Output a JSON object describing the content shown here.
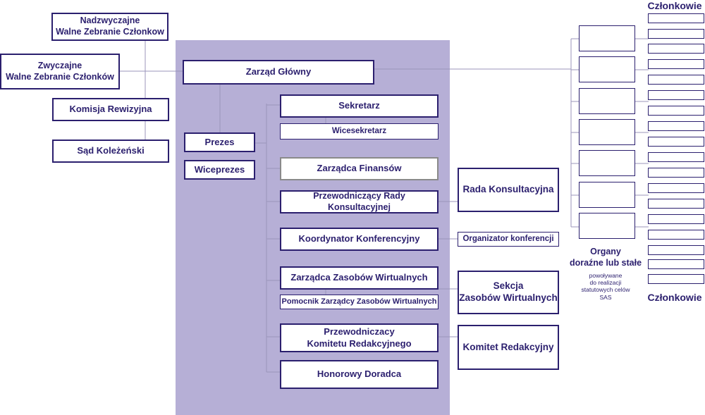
{
  "colors": {
    "accent": "#2b1f6e",
    "panel": "#b6afd6"
  },
  "left": {
    "nadzwyczajne": "Nadzwyczajne\nWalne Zebranie Członkow",
    "zwyczajne": "Zwyczajne\nWalne Zebranie Członków",
    "komisja": "Komisja Rewizyjna",
    "sad": "Sąd Koleżeński"
  },
  "main": {
    "zarzad": "Zarząd Główny",
    "prezes": "Prezes",
    "wiceprezes": "Wiceprezes",
    "sekretarz": "Sekretarz",
    "wicesekretarz": "Wicesekretarz",
    "finanse": "Zarządca Finansów",
    "rada_przew": "Przewodniczący Rady Konsultacyjnej",
    "koordynator": "Koordynator Konferencyjny",
    "zasoby": "Zarządca Zasobów Wirtualnych",
    "pomocnik": "Pomocnik Zarządcy Zasobów Wirtualnych",
    "komitet_przew": "Przewodniczacy\nKomitetu Redakcyjnego",
    "doradca": "Honorowy Doradca"
  },
  "right": {
    "rada": "Rada Konsultacyjna",
    "organizator": "Organizator konferencji",
    "sekcja": "Sekcja\nZasobów Wirtualnych",
    "komitet": "Komitet Redakcyjny"
  },
  "organs": {
    "title": "Organy\ndoraźne lub stałe",
    "note": "powoływane\ndo  realizacji\nstatutowych celów\nSAS"
  },
  "members": {
    "top": "Członkowie",
    "bottom": "Członkowie"
  }
}
